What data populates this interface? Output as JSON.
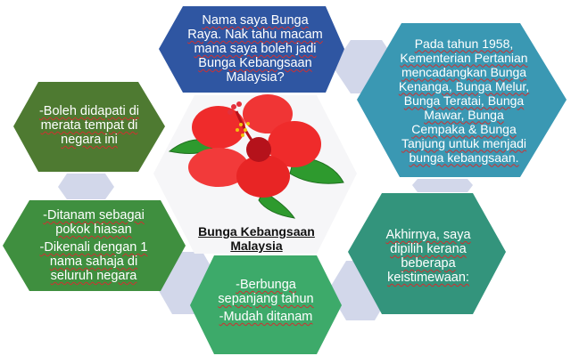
{
  "colors": {
    "blue": "#2f56a2",
    "teal": "#3a98b3",
    "olive": "#4e7a31",
    "green": "#3f8f3f",
    "light_green": "#3daa6a",
    "dark_teal": "#33947c",
    "pale": "#d2d7ea",
    "flower_red": "#ef2b2b",
    "leaf": "#2e9a2e"
  },
  "hexagons": {
    "top": {
      "lines": [
        "Nama saya Bunga",
        "Raya. Nak tahu macam",
        "mana saya boleh jadi",
        "Bunga Kebangsaan",
        "Malaysia?"
      ]
    },
    "right_top": {
      "lines": [
        "Pada tahun 1958,",
        "Kementerian Pertanian",
        "mencadangkan Bunga",
        "Kenanga, Bunga Melur,",
        "Bunga Teratai, Bunga",
        "Mawar, Bunga",
        "Cempaka & Bunga",
        "Tanjung untuk menjadi",
        "bunga kebangsaan."
      ]
    },
    "right_bottom": {
      "lines": [
        "Akhirnya, saya",
        "dipilih kerana",
        "beberapa",
        "keistimewaan:"
      ]
    },
    "bottom": {
      "item1": [
        "-Berbunga",
        "sepanjang tahun"
      ],
      "item2": [
        "-Mudah ditanam"
      ]
    },
    "left_bottom": {
      "item1": [
        "-Ditanam sebagai",
        "pokok hiasan"
      ],
      "item2": [
        "-Dikenali dengan 1",
        "nama sahaja di",
        "seluruh negara"
      ]
    },
    "left_top": {
      "lines": [
        "-Boleh didapati di",
        "merata tempat di",
        "negara ini"
      ]
    }
  },
  "center": {
    "image": "hibiscus-flower",
    "caption_line1": "Bunga Kebangsaan",
    "caption_line2": "Malaysia"
  }
}
